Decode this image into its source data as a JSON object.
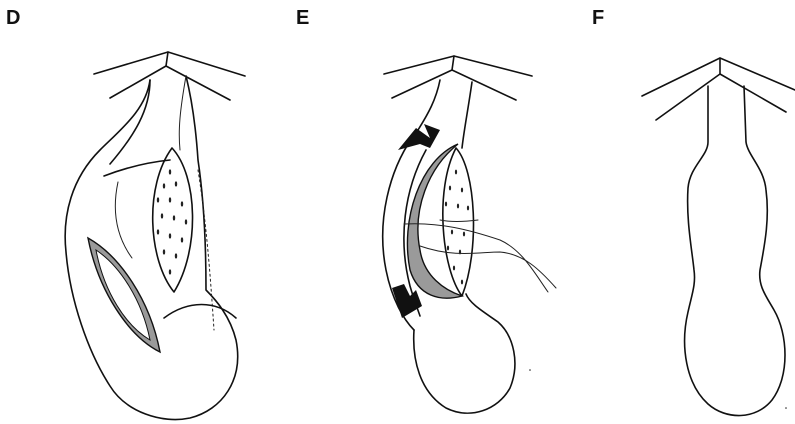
{
  "panels": [
    {
      "label": "D"
    },
    {
      "label": "E"
    },
    {
      "label": "F"
    }
  ],
  "colors": {
    "ink": "#111111",
    "background": "#ffffff",
    "hatch_fill": "#9a9a9a"
  }
}
